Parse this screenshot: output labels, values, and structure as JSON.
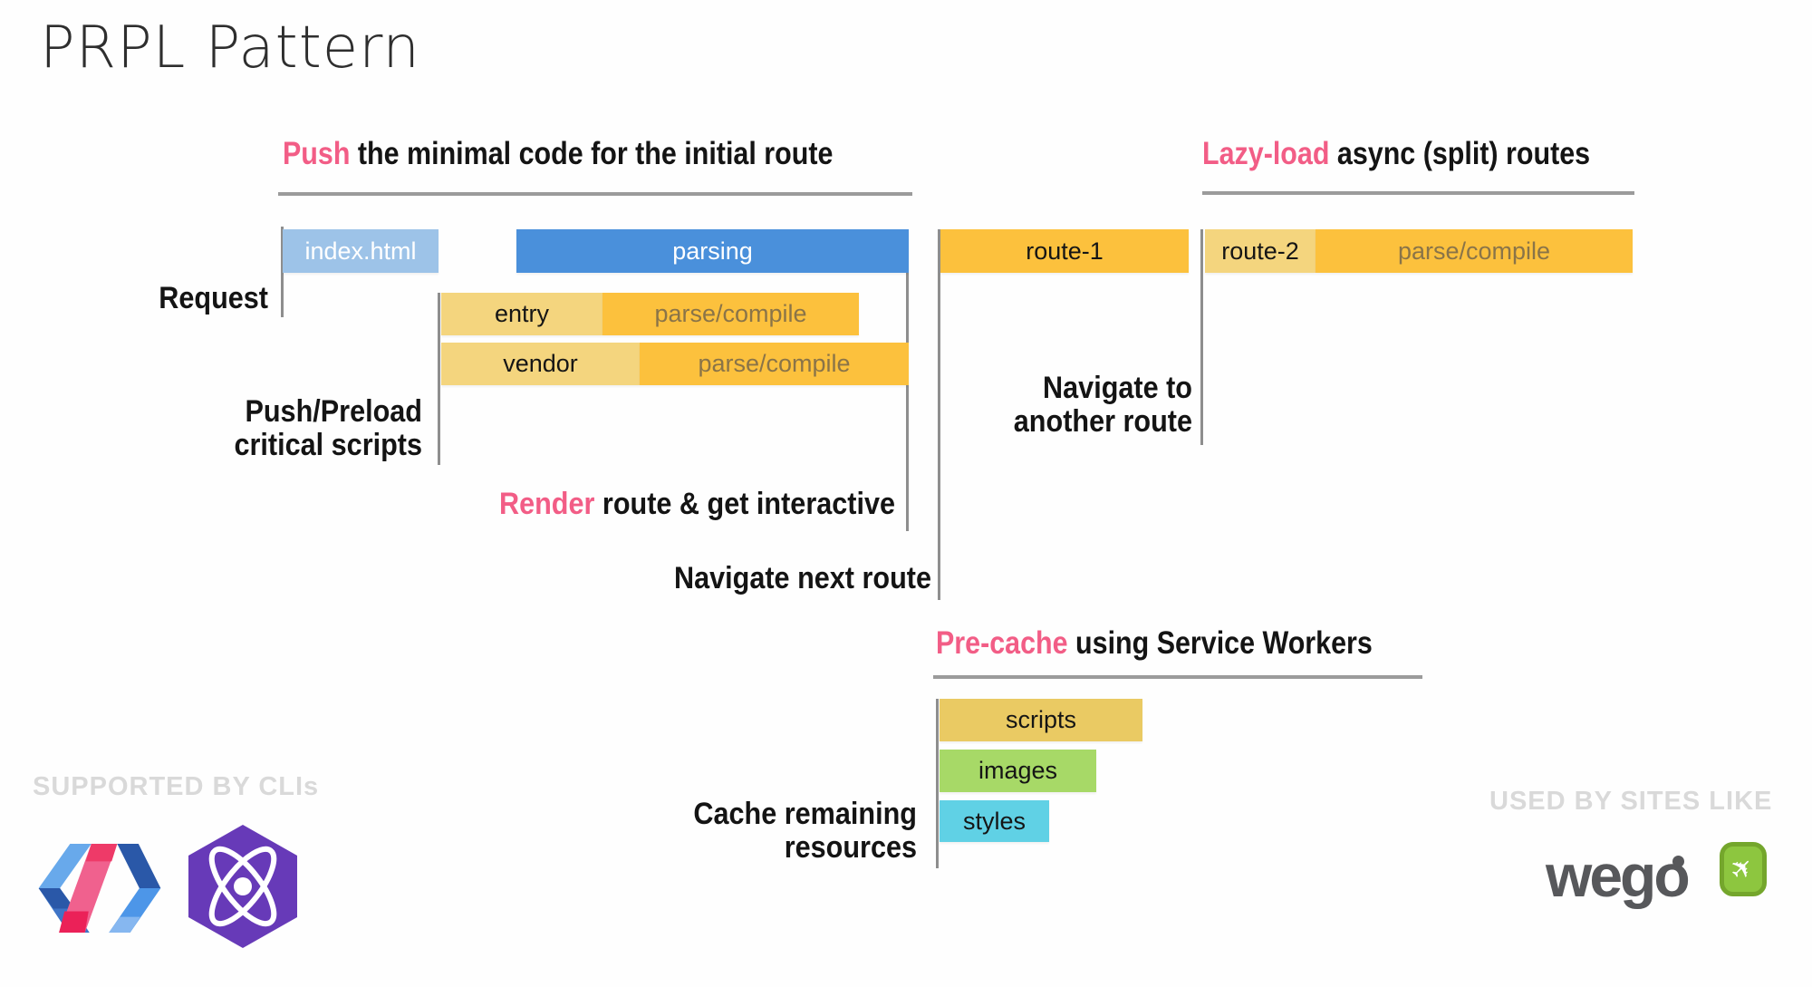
{
  "title": "PRPL Pattern",
  "headings": {
    "push": {
      "highlight": "Push",
      "rest": " the minimal code for the initial route"
    },
    "lazy": {
      "highlight": "Lazy-load",
      "rest": " async (split) routes"
    },
    "precache": {
      "highlight": "Pre-cache",
      "rest": " using Service Workers"
    }
  },
  "labels": {
    "request": "Request",
    "push_preload_line1": "Push/Preload",
    "push_preload_line2": "critical scripts",
    "render_highlight": "Render",
    "render_rest": " route & get interactive",
    "navigate_next": "Navigate next route",
    "navigate_another_line1": "Navigate to",
    "navigate_another_line2": "another route",
    "cache_line1": "Cache remaining",
    "cache_line2": "resources"
  },
  "bars": {
    "index_html": "index.html",
    "parsing": "parsing",
    "route1": "route-1",
    "route2": "route-2",
    "parse_compile_route": "parse/compile",
    "entry": "entry",
    "parse_compile_entry": "parse/compile",
    "vendor": "vendor",
    "parse_compile_vendor": "parse/compile",
    "scripts": "scripts",
    "images": "images",
    "styles": "styles"
  },
  "footer": {
    "supported_by": "SUPPORTED BY CLIs",
    "used_by": "USED BY SITES LIKE",
    "wego_text": "wego",
    "wego_plane_glyph": "✈"
  },
  "colors": {
    "pink": "#F25D86",
    "blue": "#4A90DB",
    "light_blue": "#9DC3E8",
    "amber": "#FCC13D",
    "light_amber": "#F4D57E",
    "tan": "#EACA63",
    "green": "#A7D967",
    "cyan": "#60D1E5",
    "line_gray": "#8E8E8E",
    "faded_gray": "#D9D9D9"
  }
}
